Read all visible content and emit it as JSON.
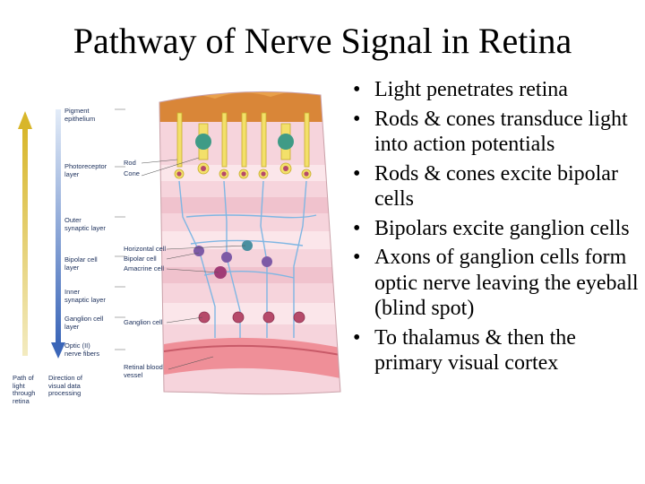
{
  "slide": {
    "title": "Pathway of Nerve Signal in Retina"
  },
  "bullets": [
    "Light penetrates retina",
    "Rods & cones transduce light into action potentials",
    "Rods & cones excite bipolar cells",
    "Bipolars excite ganglion cells",
    "Axons of ganglion cells form optic nerve leaving the eyeball (blind spot)",
    "To thalamus & then the primary visual cortex"
  ],
  "figure": {
    "layer_labels": {
      "pigment": "Pigment\nepithelium",
      "photoreceptor": "Photoreceptor\nlayer",
      "outer_synaptic": "Outer\nsynaptic layer",
      "bipolar": "Bipolar cell\nlayer",
      "inner_synaptic": "Inner\nsynaptic layer",
      "ganglion": "Ganglion cell\nlayer",
      "optic": "Optic (II)\nnerve fibers"
    },
    "cell_labels": {
      "rod": "Rod",
      "cone": "Cone",
      "horizontal": "Horizontal cell",
      "bipolar": "Bipolar cell",
      "amacrine": "Amacrine cell",
      "ganglion": "Ganglion cell",
      "vessel": "Retinal blood\nvessel"
    },
    "legend": {
      "light_path": "Path of\nlight\nthrough\nretina",
      "data_direction": "Direction of\nvisual data\nprocessing"
    },
    "colors": {
      "up_arrow": "#e8c23a",
      "down_arrow": "#3b66b8",
      "tissue": "#f6d4dc",
      "pigment": "#e9a04a",
      "photoreceptor": "#f3e06a",
      "neuron": "#b64a6a",
      "fiber": "#7fb6e3"
    }
  }
}
